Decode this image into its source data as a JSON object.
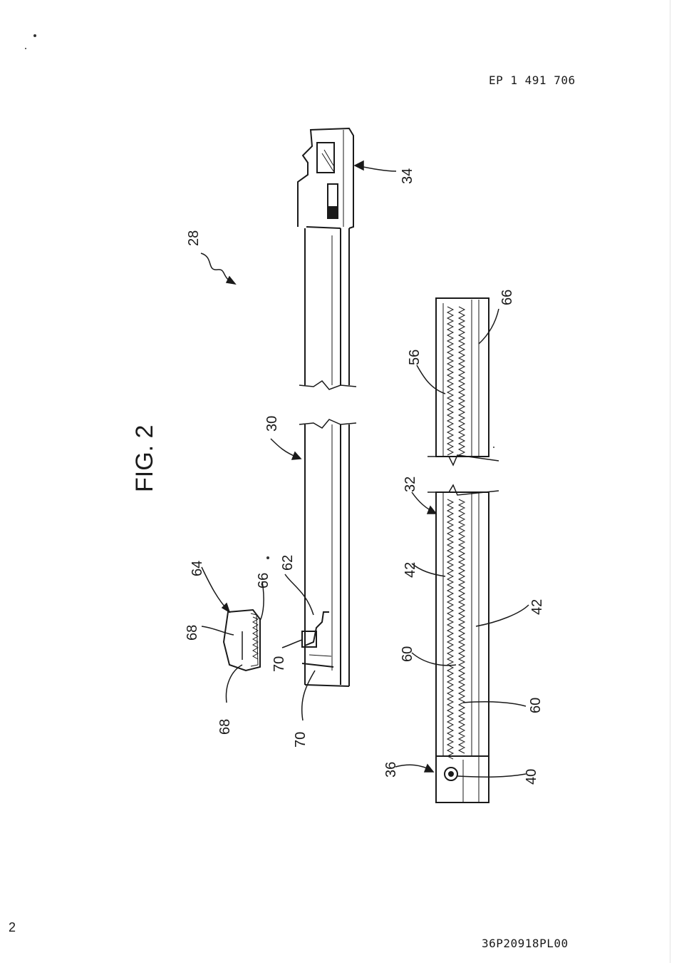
{
  "header": {
    "patent_number": "EP 1 491 706"
  },
  "figure": {
    "title": "FIG. 2",
    "labels": {
      "28": "28",
      "34": "34",
      "30": "30",
      "62": "62",
      "64": "64",
      "68_top": "68",
      "66_top": "66",
      "70_top": "70",
      "68_bottom": "68",
      "70_bottom": "70",
      "56": "56",
      "66_right": "66",
      "32": "32",
      "42_left": "42",
      "42_right": "42",
      "60_left": "60",
      "60_right": "60",
      "36": "36",
      "40": "40"
    }
  },
  "footer": {
    "page_number": "2",
    "document_code": "36P20918PL00"
  }
}
